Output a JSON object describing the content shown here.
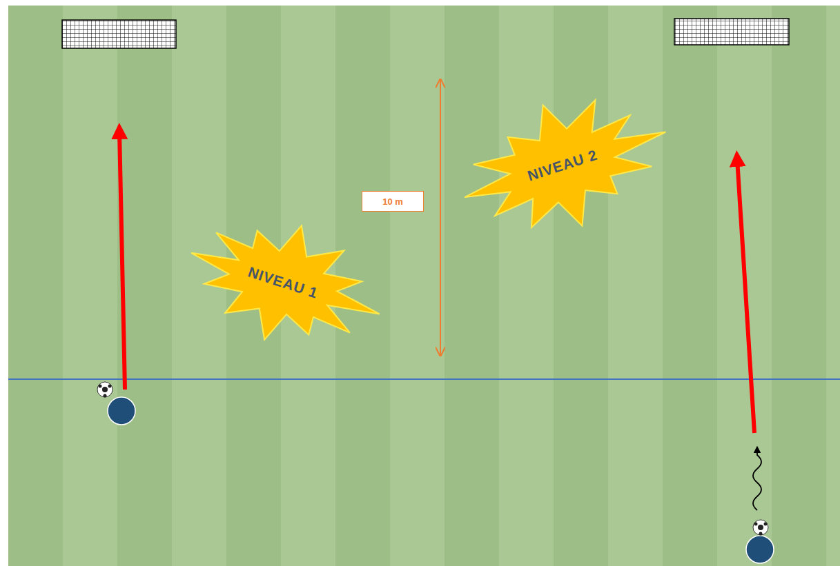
{
  "diagram": {
    "nodes": [
      {
        "text": [
          "NIVEAU 1"
        ]
      },
      {
        "text": [
          "10 m"
        ]
      },
      {
        "text": [
          "NIVEAU 2"
        ]
      }
    ]
  }
}
